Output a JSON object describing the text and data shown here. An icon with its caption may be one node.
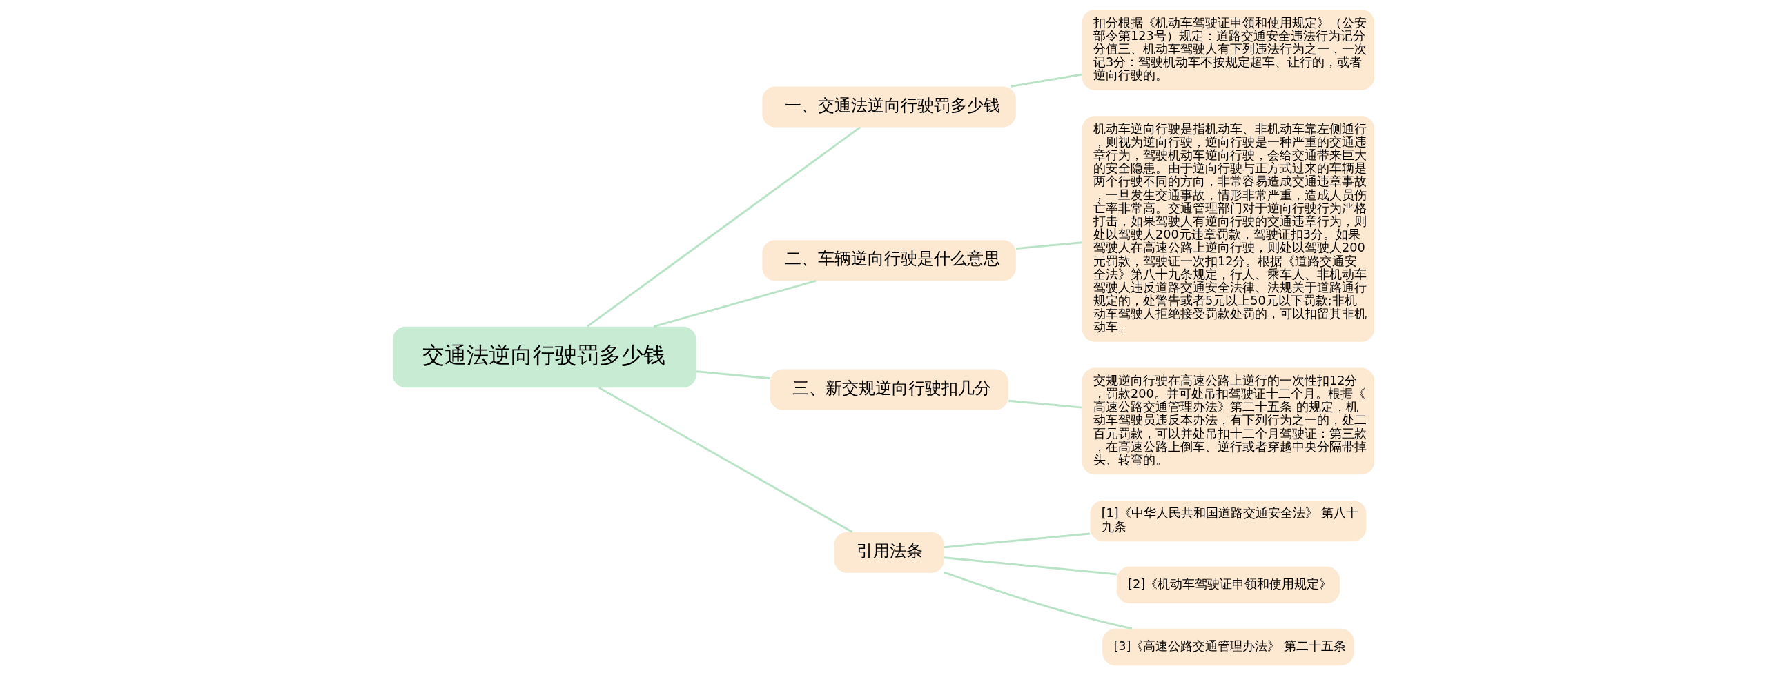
{
  "diagram": {
    "nodes": [
      {
        "text": [
          "交通法逆向行驶罚多少钱"
        ]
      },
      {
        "text": [
          "一、交通法逆向行驶罚多少钱"
        ]
      },
      {
        "text": [
          "扣分根据《机动车驾驶证申领和使用规定》（公安部令第123号）规定：道路交通安全违法行为记分分值三、机动车驾驶人有下列违法行为之一，一次记3分：驾驶机动车不按规定超车、让行的，或者逆向行驶的。"
        ]
      },
      {
        "text": [
          "二、车辆逆向行驶是什么意思"
        ]
      },
      {
        "text": [
          "机动车逆向行驶是指机动车、非机动车靠左侧通行，则视为逆向行驶，逆向行驶是一种严重的交通违章行为，驾驶机动车逆向行驶，会给交通带来巨大的安全隐患。由于逆向行驶与正方式过来的车辆是两个行驶不同的方向，非常容易造成交通违章事故，一旦发生交通事故，情形非常严重，造成人员伤亡率非常高。交通管理部门对于逆向行驶行为严格打击，如果驾驶人有逆向行驶的交通违章行为，则处以驾驶人200元违章罚款，驾驶证扣3分。如果驾驶人在高速公路上逆向行驶，则处以驾驶人200元罚款，驾驶证一次扣12分。根据《道路交通安全法》第八十九条规定，行人、乘车人、非机动车驾驶人违反道路交通安全法律、法规关于道路通行规定的，处警告或者5元以上50元以下罚款;非机动车驾驶人拒绝接受罚款处罚的，可以扣留其非机动车。"
        ]
      },
      {
        "text": [
          "三、新交规逆向行驶扣几分"
        ]
      },
      {
        "text": [
          "交规逆向行驶在高速公路上逆行的一次性扣12分，罚款200。并可处吊扣驾驶证十二个月。根据《高速公路交通管理办法》第二十五条 的规定，机动车驾驶员违反本办法，有下列行为之一的，处二百元罚款，可以并处吊扣十二个月驾驶证：第三款，在高速公路上倒车、逆行或者穿越中央分隔带掉头、转弯的。"
        ]
      },
      {
        "text": [
          "引用法条"
        ]
      },
      {
        "text": [
          "[1]《中华人民共和国道路交通安全法》 第八十九条"
        ]
      },
      {
        "text": [
          "[2]《机动车驾驶证申领和使用规定》"
        ]
      },
      {
        "text": [
          "[3]《高速公路交通管理办法》 第二十五条"
        ]
      }
    ],
    "edges": [
      {
        "from": 0,
        "to": 1,
        "arrow": "none"
      },
      {
        "from": 1,
        "to": 2,
        "arrow": "none"
      },
      {
        "from": 0,
        "to": 3,
        "arrow": "none"
      },
      {
        "from": 3,
        "to": 4,
        "arrow": "none"
      },
      {
        "from": 0,
        "to": 5,
        "arrow": "none"
      },
      {
        "from": 5,
        "to": 6,
        "arrow": "none"
      },
      {
        "from": 0,
        "to": 7,
        "arrow": "none"
      },
      {
        "from": 7,
        "to": 8,
        "arrow": "none"
      },
      {
        "from": 7,
        "to": 9,
        "arrow": "none"
      },
      {
        "from": 7,
        "to": 10,
        "arrow": "none"
      }
    ]
  }
}
